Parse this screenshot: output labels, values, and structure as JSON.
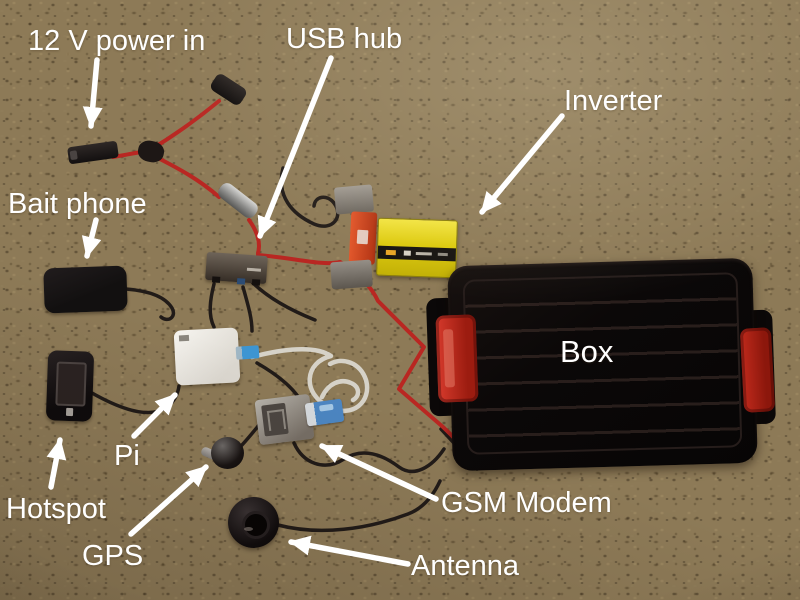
{
  "scene": {
    "kind": "annotated photograph",
    "description": "Hardware components of a portable cellular tracking kit laid out on tan speckled carpet, each annotated with a white label and arrow",
    "label_count": 10
  },
  "annotations": {
    "power_in": "12 V power in",
    "usb_hub": "USB hub",
    "inverter": "Inverter",
    "bait_phone": "Bait phone",
    "box": "Box",
    "pi": "Pi",
    "hotspot": "Hotspot",
    "gps": "GPS",
    "gsm_modem": "GSM Modem",
    "antenna": "Antenna"
  },
  "colors": {
    "carpet_base": "#8d7a57",
    "label_text": "#ffffff",
    "arrow": "#ffffff",
    "inverter_yellow": "#dcc90c",
    "box_black": "#0b0808",
    "latch_red": "#b52619",
    "wire_red": "#b92722",
    "wire_black": "#211b18",
    "usb_cable_white": "#d6d2c8",
    "pi_white": "#f2efe9",
    "usb_plug_blue": "#4c86c2",
    "connector_orange": "#d14a20"
  }
}
